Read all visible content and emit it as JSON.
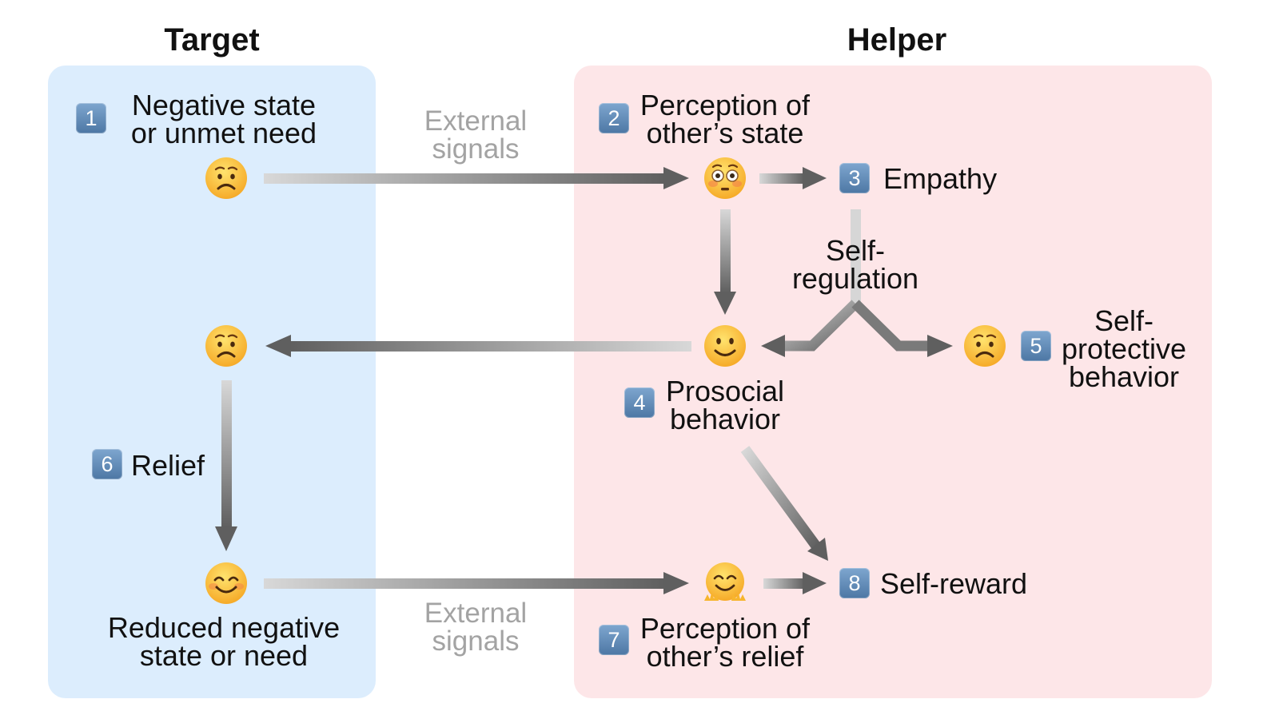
{
  "headings": {
    "target": "Target",
    "helper": "Helper"
  },
  "colors": {
    "target_panel": "#dcedfd",
    "helper_panel": "#fde6e8",
    "badge": "#5a84b0",
    "arrow_dark": "#636363",
    "arrow_light": "#d6d6d6",
    "external_signals_text": "#a3a3a3"
  },
  "steps": [
    {
      "number": "1",
      "label_line1": "Negative state",
      "label_line2": "or unmet need"
    },
    {
      "number": "2",
      "label_line1": "Perception of",
      "label_line2": "other’s state"
    },
    {
      "number": "3",
      "label_line1": "Empathy"
    },
    {
      "number": "4",
      "label_line1": "Prosocial",
      "label_line2": "behavior"
    },
    {
      "number": "5",
      "label_line1": "Self-",
      "label_line2": "protective",
      "label_line3": "behavior"
    },
    {
      "number": "6",
      "label_line1": "Relief"
    },
    {
      "number": "7",
      "label_line1": "Perception of",
      "label_line2": "other’s relief"
    },
    {
      "number": "8",
      "label_line1": "Self-reward"
    }
  ],
  "self_regulation": {
    "line1": "Self-",
    "line2": "regulation"
  },
  "external_signals": {
    "line1": "External",
    "line2": "signals"
  },
  "reduced_state": {
    "line1": "Reduced negative",
    "line2": "state or need"
  },
  "emojis": {
    "target_negative": "worried-face",
    "helper_perception": "flushed-face",
    "helper_prosocial": "slightly-smiling-face",
    "target_after_help": "worried-face",
    "helper_self_protective": "worried-face",
    "target_relieved": "smiling-face-with-smiling-eyes",
    "helper_relief_perception": "hugging-face"
  }
}
